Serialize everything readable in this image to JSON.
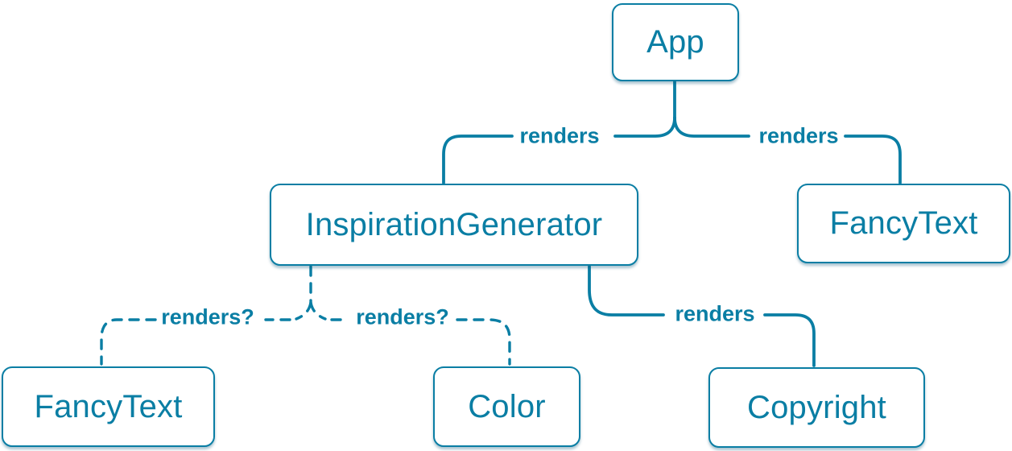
{
  "diagram": {
    "description": "React component render tree",
    "accent_color": "#0a7ea4",
    "background_color": "#ffffff",
    "nodes": [
      {
        "id": "app",
        "label": "App"
      },
      {
        "id": "inspiration-generator",
        "label": "InspirationGenerator"
      },
      {
        "id": "fancy-text-top",
        "label": "FancyText"
      },
      {
        "id": "fancy-text-bottom",
        "label": "FancyText"
      },
      {
        "id": "color",
        "label": "Color"
      },
      {
        "id": "copyright",
        "label": "Copyright"
      }
    ],
    "edges": [
      {
        "from": "App",
        "to": "InspirationGenerator",
        "label": "renders",
        "line_style": "solid"
      },
      {
        "from": "App",
        "to": "FancyText",
        "label": "renders",
        "line_style": "solid"
      },
      {
        "from": "InspirationGenerator",
        "to": "FancyText",
        "label": "renders?",
        "line_style": "dashed"
      },
      {
        "from": "InspirationGenerator",
        "to": "Color",
        "label": "renders?",
        "line_style": "dashed"
      },
      {
        "from": "InspirationGenerator",
        "to": "Copyright",
        "label": "renders",
        "line_style": "solid"
      }
    ]
  }
}
